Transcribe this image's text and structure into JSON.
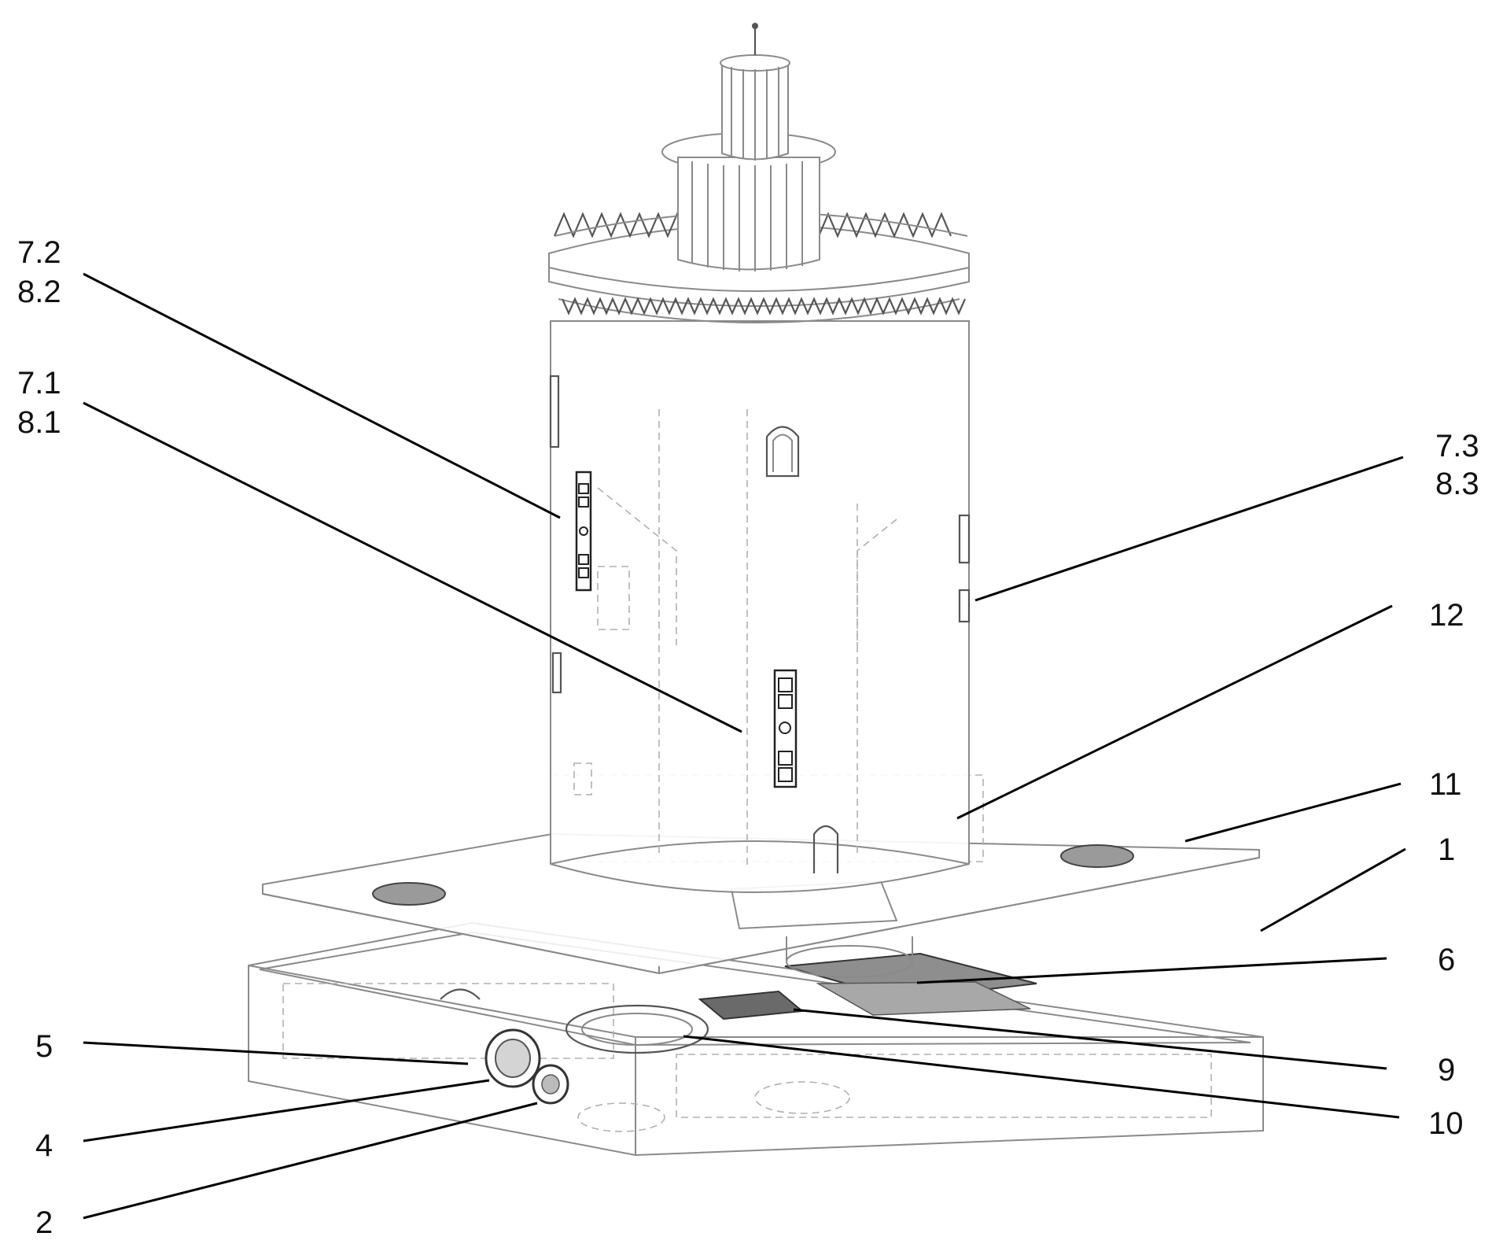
{
  "labels": {
    "l72": "7.2",
    "l82": "8.2",
    "l71": "7.1",
    "l81": "8.1",
    "l73": "7.3",
    "l83": "8.3",
    "l12": "12",
    "l11": "11",
    "l1": "1",
    "l6": "6",
    "l9": "9",
    "l10": "10",
    "l5": "5",
    "l4": "4",
    "l2": "2"
  },
  "colors": {
    "line": "#000000",
    "outline": "#8a8a8a",
    "background": "#ffffff"
  }
}
